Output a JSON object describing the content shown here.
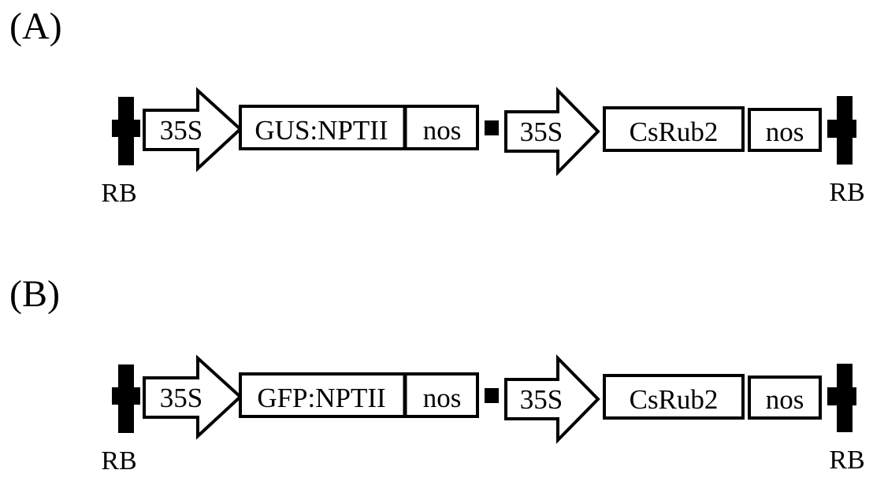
{
  "colors": {
    "ink": "#000000",
    "paper": "#ffffff"
  },
  "panels": [
    {
      "label": "(A)",
      "left_border_label": "RB",
      "right_border_label": "RB",
      "cassettes": [
        {
          "promoter": "35S",
          "gene": "GUS:NPTII",
          "terminator": "nos"
        },
        {
          "promoter": "35S",
          "gene": "CsRub2",
          "terminator": "nos"
        }
      ]
    },
    {
      "label": "(B)",
      "left_border_label": "RB",
      "right_border_label": "RB",
      "cassettes": [
        {
          "promoter": "35S",
          "gene": "GFP:NPTII",
          "terminator": "nos"
        },
        {
          "promoter": "35S",
          "gene": "CsRub2",
          "terminator": "nos"
        }
      ]
    }
  ]
}
